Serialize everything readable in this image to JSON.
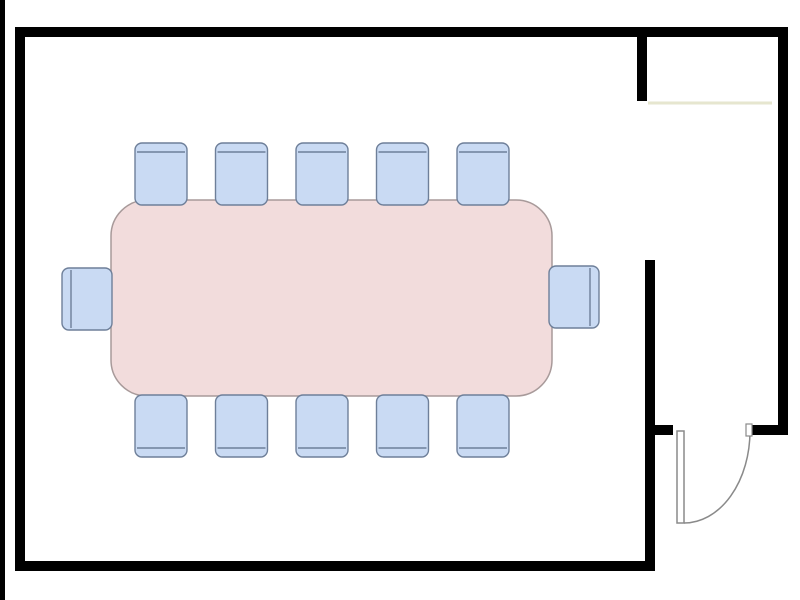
{
  "diagram": {
    "type": "floor-plan",
    "room": "conference-room",
    "colors": {
      "background": "#ffffff",
      "wall": "#000000",
      "table_fill": "#f2dcdc",
      "table_stroke": "#a89a9a",
      "chair_fill": "#c9daf3",
      "chair_stroke": "#6e7f99",
      "door_stroke": "#8a8a8a",
      "window_line": "#e6e6cf"
    },
    "table": {
      "shape": "rounded-rectangle"
    },
    "chairs": {
      "top_row": 5,
      "bottom_row": 5,
      "left_end": 1,
      "right_end": 1
    },
    "door": {
      "swing": "outward-right"
    }
  }
}
